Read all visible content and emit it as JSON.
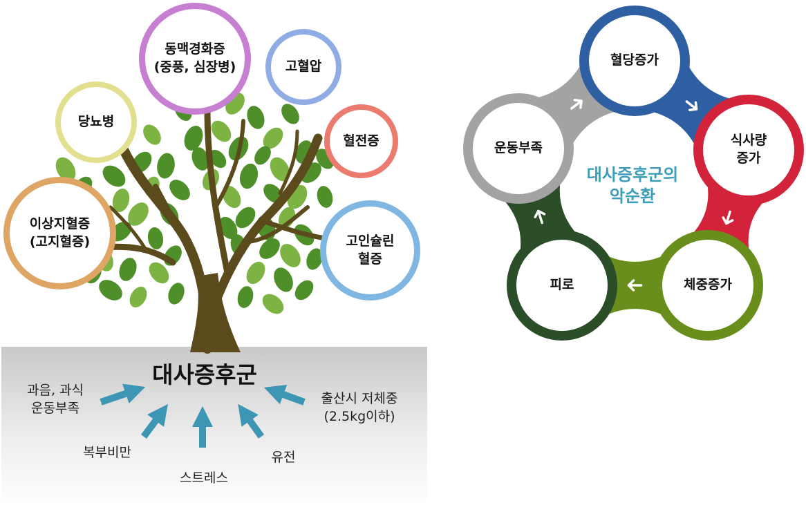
{
  "tree": {
    "trunk_label": "대사증후군",
    "diseases": [
      {
        "id": "diabetes",
        "lines": [
          "당뇨병"
        ],
        "color": "#e2df8e"
      },
      {
        "id": "arterio",
        "lines": [
          "동맥경화증",
          "(중풍, 심장병)"
        ],
        "color": "#c77fd2"
      },
      {
        "id": "hypertension",
        "lines": [
          "고혈압"
        ],
        "color": "#90ace4"
      },
      {
        "id": "thrombosis",
        "lines": [
          "혈전증"
        ],
        "color": "#ec7b6f"
      },
      {
        "id": "dyslipidemia",
        "lines": [
          "이상지혈증",
          "(고지혈증)"
        ],
        "color": "#dea564"
      },
      {
        "id": "hyperinsulin",
        "lines": [
          "고인슐린",
          "혈증"
        ],
        "color": "#7fb6e2"
      }
    ],
    "causes": [
      {
        "id": "overeating",
        "lines": [
          "과음, 과식",
          "운동부족"
        ]
      },
      {
        "id": "obesity",
        "lines": [
          "복부비만"
        ]
      },
      {
        "id": "stress",
        "lines": [
          "스트레스"
        ]
      },
      {
        "id": "genetics",
        "lines": [
          "유전"
        ]
      },
      {
        "id": "lowbirth",
        "lines": [
          "출산시 저체중",
          "(2.5kg이하)"
        ]
      }
    ],
    "colors": {
      "leaf": "#4f8f2a",
      "leaf_light": "#7cb342",
      "trunk": "#5a4a1c",
      "arrow": "#3d96b3"
    }
  },
  "cycle": {
    "center_lines": [
      "대사증후군의",
      "악순환"
    ],
    "center_color": "#3d9cb8",
    "nodes": [
      {
        "id": "blood-sugar",
        "lines": [
          "혈당증가"
        ],
        "color": "#2f5fa3"
      },
      {
        "id": "food-intake",
        "lines": [
          "식사량",
          "증가"
        ],
        "color": "#d2233a"
      },
      {
        "id": "weight-gain",
        "lines": [
          "체중증가"
        ],
        "color": "#6a8e1c"
      },
      {
        "id": "fatigue",
        "lines": [
          "피로"
        ],
        "color": "#2b4d27"
      },
      {
        "id": "no-exercise",
        "lines": [
          "운동부족"
        ],
        "color": "#a3a3a3"
      }
    ]
  }
}
